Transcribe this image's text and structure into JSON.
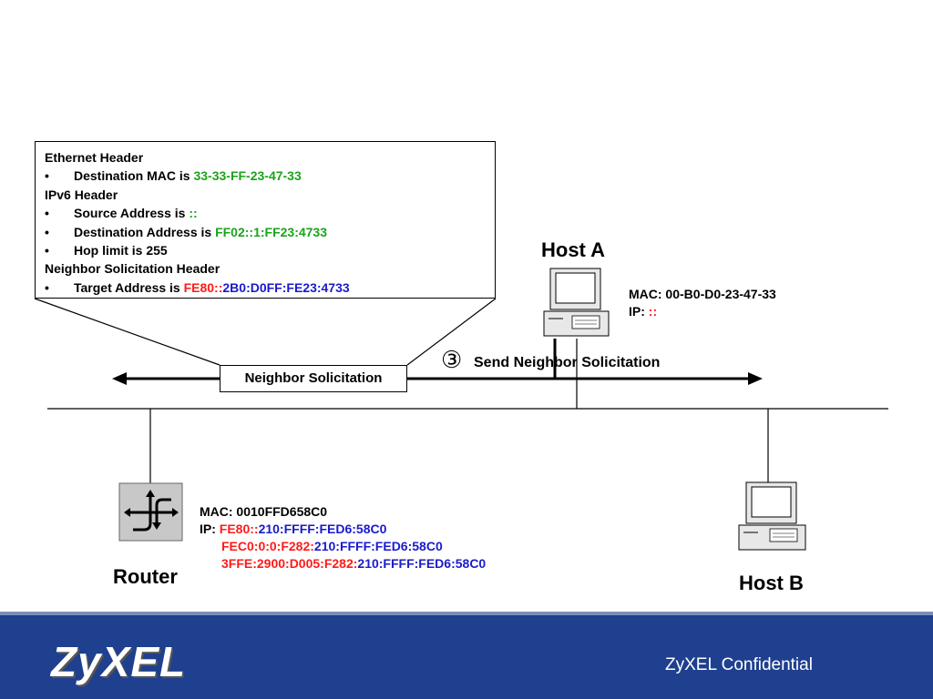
{
  "packet": {
    "ethernet_header": "Ethernet Header",
    "dest_mac_label": "Destination MAC is ",
    "dest_mac_value": "33-33-FF-23-47-33",
    "ipv6_header": "IPv6 Header",
    "src_addr_label": "Source Address is ",
    "src_addr_value": "::",
    "dest_addr_label": "Destination Address is ",
    "dest_addr_value": "FF02::1:FF23:4733",
    "hop_limit": "Hop limit is 255",
    "ns_header": "Neighbor Solicitation Header",
    "target_label": "Target Address is ",
    "target_prefix": "FE80::",
    "target_suffix": "2B0:D0FF:FE23:4733",
    "bullet": "•"
  },
  "message_label": "Neighbor Solicitation",
  "step": {
    "number": "③",
    "text": "Send Neighbor Solicitation"
  },
  "host_a": {
    "title": "Host A",
    "mac": "MAC: 00-B0-D0-23-47-33",
    "ip_label": "IP: ",
    "ip_value": "::"
  },
  "router": {
    "title": "Router",
    "mac": "MAC: 0010FFD658C0",
    "ip_label": "IP: ",
    "addrs": [
      {
        "prefix": "FE80::",
        "suffix": "210:FFFF:FED6:58C0"
      },
      {
        "prefix": "FEC0:0:0:F282:",
        "suffix": "210:FFFF:FED6:58C0"
      },
      {
        "prefix": "3FFE:2900:D005:F282:",
        "suffix": "210:FFFF:FED6:58C0"
      }
    ]
  },
  "host_b": {
    "title": "Host B"
  },
  "footer": {
    "logo": "ZyXEL",
    "confidential": "ZyXEL Confidential"
  },
  "colors": {
    "green": "#1aa31a",
    "red": "#ff1a1a",
    "blue": "#1a1acc",
    "footer": "#1f3f8f"
  }
}
